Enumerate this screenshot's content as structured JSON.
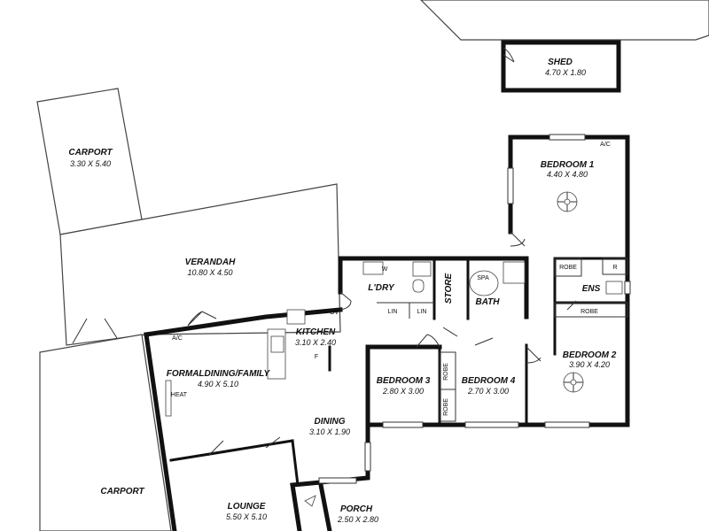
{
  "rooms": {
    "shed": {
      "name": "SHED",
      "dims": "4.70 X 1.80"
    },
    "carport_top": {
      "name": "CARPORT",
      "dims": "3.30 X 5.40"
    },
    "verandah": {
      "name": "VERANDAH",
      "dims": "10.80 X 4.50"
    },
    "bedroom1": {
      "name": "BEDROOM 1",
      "dims": "4.40 X 4.80"
    },
    "laundry": {
      "name": "L'DRY"
    },
    "store": {
      "name": "STORE"
    },
    "bath": {
      "name": "BATH"
    },
    "ens": {
      "name": "ENS"
    },
    "kitchen": {
      "name": "KITCHEN",
      "dims": "3.10 X 2.40"
    },
    "family": {
      "name": "FORMALDINING/FAMILY",
      "dims": "4.90 X 5.10"
    },
    "bedroom3": {
      "name": "BEDROOM 3",
      "dims": "2.80 X 3.00"
    },
    "bedroom4": {
      "name": "BEDROOM 4",
      "dims": "2.70 X 3.00"
    },
    "bedroom2": {
      "name": "BEDROOM 2",
      "dims": "3.90 X 4.20"
    },
    "dining": {
      "name": "DINING",
      "dims": "3.10 X 1.90"
    },
    "carport_bottom": {
      "name": "CARPORT"
    },
    "lounge": {
      "name": "LOUNGE",
      "dims": "5.50 X 5.10"
    },
    "porch": {
      "name": "PORCH",
      "dims": "2.50 X 2.80"
    }
  },
  "tags": {
    "ac_bed1": "A/C",
    "ac_family": "A/C",
    "robe_ens": "ROBE",
    "r_ens": "R",
    "robe_bed2": "ROBE",
    "robe_bed3": "ROBE",
    "robe_bed4": "ROBE",
    "washer": "W",
    "lin1": "LIN",
    "lin2": "LIN",
    "spa": "SPA",
    "oven": "OV",
    "fridge": "F",
    "heater": "HEAT"
  }
}
